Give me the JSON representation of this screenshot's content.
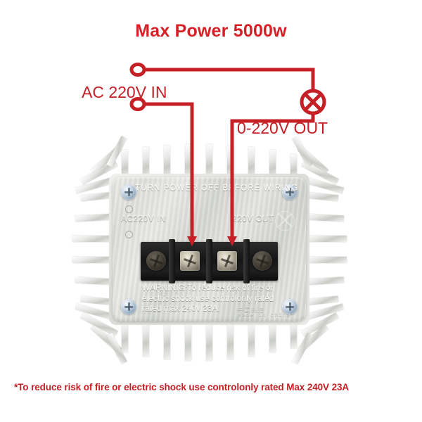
{
  "title": "Max Power 5000w",
  "diagram": {
    "input_label": "AC 220V IN",
    "output_label": "0-220V OUT",
    "lamp_icon": "lamp-cross-circle-icon",
    "input_terminal_top": "input-terminal-live",
    "input_terminal_bottom": "input-terminal-neutral"
  },
  "device": {
    "engrave_top": "TURN POWER OFF BEFORE WIRING",
    "engrave_ac_in": "AC220V IN",
    "engrave_v_out": "220V OUT",
    "lamp_symbol": "lamp-cross-circle-icon",
    "warning": "WARNINIG:To reduce risk of fire or\nelectric shock use controlonly rated\nrated max 240v 23A.",
    "cn_mark": "中国制造",
    "made_in": "Made in china",
    "terminals": [
      "terminal-1",
      "terminal-2",
      "terminal-3",
      "terminal-4"
    ]
  },
  "caption": "*To reduce risk of fire or electric shock use controlonly  rated Max 240V 23A",
  "colors": {
    "accent_red": "#c42026",
    "title_red": "#d81f26",
    "metal_light": "#e9eae7",
    "terminal_black": "#161616"
  }
}
